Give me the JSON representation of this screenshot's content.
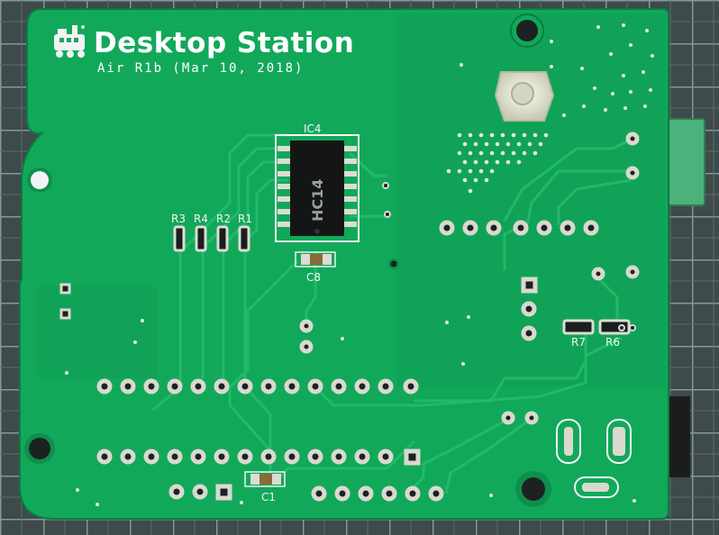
{
  "board": {
    "title": "Desktop Station",
    "subtitle": "Air R1b (Mar 10, 2018)",
    "ic_label": "IC4",
    "ic_marking": "HC14",
    "refs": {
      "r3": "R3",
      "r4": "R4",
      "r2": "R2",
      "r1": "R1",
      "c8": "C8",
      "c1": "C1",
      "r7": "R7",
      "r6": "R6"
    }
  },
  "colors": {
    "pcb": "#12a85a",
    "pcb_dark": "#0e8f4c",
    "mat": "#3f4a4a",
    "grid": "#7f9a98",
    "pad": "#d9d9cf",
    "hole": "#1c2222",
    "terminal": "#4ab27a",
    "nylon": "#e9ead8",
    "silkscreen": "#f4f4f4"
  }
}
